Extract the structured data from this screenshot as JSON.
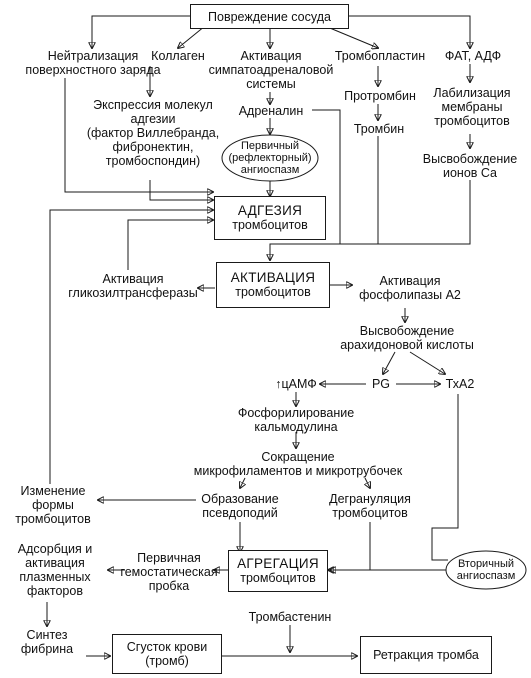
{
  "damage": "Повреждение сосуда",
  "neutralization": [
    "Нейтрализация",
    "поверхностного заряда"
  ],
  "collagen": "Коллаген",
  "sympathetic": [
    "Активация",
    "симпатоадреналовой",
    "системы"
  ],
  "thromboplastin": "Тромбопластин",
  "fat_adf": "ФАТ, АДФ",
  "adhesion_molecules": [
    "Экспрессия молекул",
    "адгезии",
    "(фактор Виллебранда,",
    "фибронектин,",
    "тромбоспондин)"
  ],
  "adrenaline": "Адреналин",
  "prothrombin": "Протромбин",
  "thrombin": "Тромбин",
  "labilization": [
    "Лабилизация",
    "мембраны",
    "тромбоцитов"
  ],
  "primary_spasm": [
    "Первичный",
    "(рефлекторный)",
    "ангиоспазм"
  ],
  "ca_release": [
    "Высвобождение",
    "ионов Са"
  ],
  "adhesion": [
    "АДГЕЗИЯ",
    "тромбоцитов"
  ],
  "glycosyl": [
    "Активация",
    "гликозилтрансферазы"
  ],
  "activation": [
    "АКТИВАЦИЯ",
    "тромбоцитов"
  ],
  "phospholipase": [
    "Активация",
    "фосфолипазы А2"
  ],
  "arachidonic": [
    "Высвобождение",
    "арахидоновой кислоты"
  ],
  "camp": "↑цАМФ",
  "pg": "PG",
  "txa2": "ТхА2",
  "calmodulin": [
    "Фосфорилирование",
    "кальмодулина"
  ],
  "contraction": [
    "Сокращение",
    "микрофиламентов и микротрубочек"
  ],
  "shape_change": [
    "Изменение",
    "формы",
    "тромбоцитов"
  ],
  "pseudopodia": [
    "Образование",
    "псевдоподий"
  ],
  "degranulation": [
    "Дегрануляция",
    "тромбоцитов"
  ],
  "adsorption": [
    "Адсорбция и",
    "активация",
    "плазменных",
    "факторов"
  ],
  "primary_plug": [
    "Первичная",
    "гемостатическая",
    "пробка"
  ],
  "aggregation": [
    "АГРЕГАЦИЯ",
    "тромбоцитов"
  ],
  "secondary_spasm": [
    "Вторичный",
    "ангиоспазм"
  ],
  "thrombastenin": "Тромбастенин",
  "fibrin": [
    "Синтез",
    "фибрина"
  ],
  "clot": [
    "Сгусток крови",
    "(тромб)"
  ],
  "retraction": "Ретракция тромба"
}
